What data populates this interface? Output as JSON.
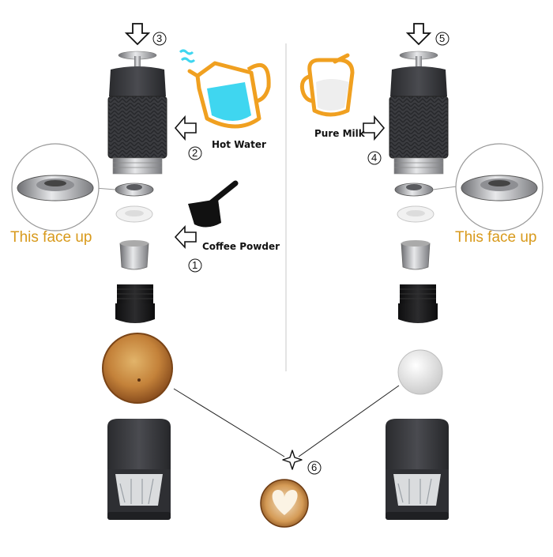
{
  "labels": {
    "hot_water": "Hot Water",
    "coffee_powder": "Coffee Powder",
    "pure_milk": "Pure Milk",
    "face_up_left": "This face up",
    "face_up_right": "This face up"
  },
  "steps": {
    "s1": "1",
    "s2": "2",
    "s3": "3",
    "s4": "4",
    "s5": "5",
    "s6": "6"
  },
  "colors": {
    "accent_orange": "#f0a020",
    "face_up_text": "#d89a1c",
    "water_blue": "#3fd6f0",
    "device_dark": "#3a3b3f",
    "device_black": "#1c1c1e"
  }
}
